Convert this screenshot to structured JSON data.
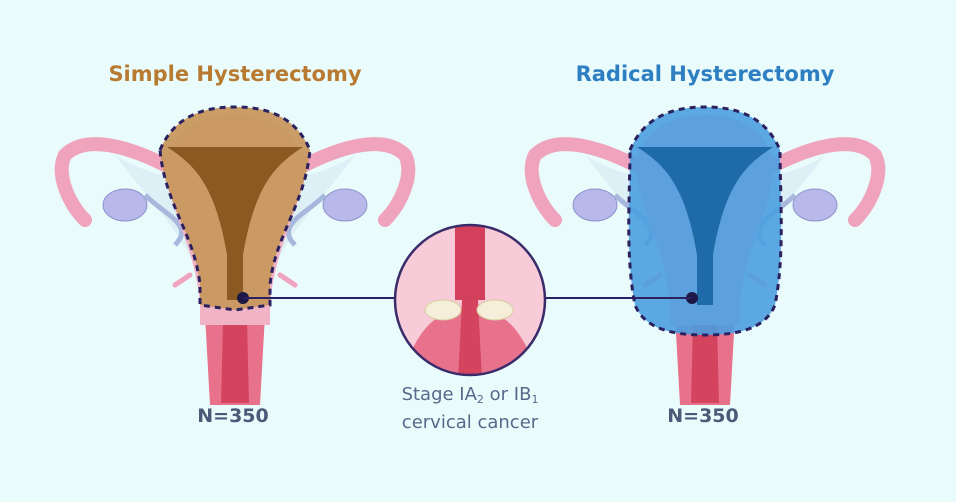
{
  "left": {
    "title": "Simple Hysterectomy",
    "n_label": "N=350",
    "color": "#b87a30"
  },
  "right": {
    "title": "Radical Hysterectomy",
    "n_label": "N=350",
    "color": "#2d7fc1"
  },
  "center": {
    "caption_line1_a": "Stage IA",
    "caption_sub1": "2",
    "caption_line1_b": " or IB",
    "caption_sub2": "1",
    "caption_line2": "cervical cancer"
  }
}
